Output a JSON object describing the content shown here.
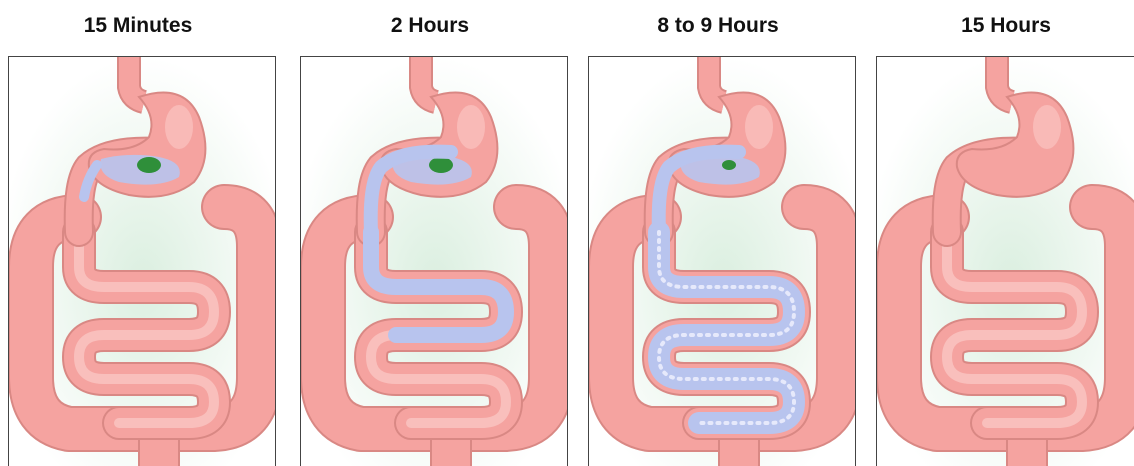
{
  "panels": [
    {
      "title": "15 Minutes",
      "state": "stomach-partial"
    },
    {
      "title": "2 Hours",
      "state": "upper-intestine"
    },
    {
      "title": "8 to 9 Hours",
      "state": "full-intestine"
    },
    {
      "title": "15 Hours",
      "state": "empty"
    }
  ],
  "colors": {
    "organ": "#f5a3a0",
    "organ_light": "#fbcac7",
    "organ_stroke": "#d98884",
    "glow": "#dbefe0",
    "contents": "#b8c4ee",
    "food": "#2f8f3a"
  }
}
